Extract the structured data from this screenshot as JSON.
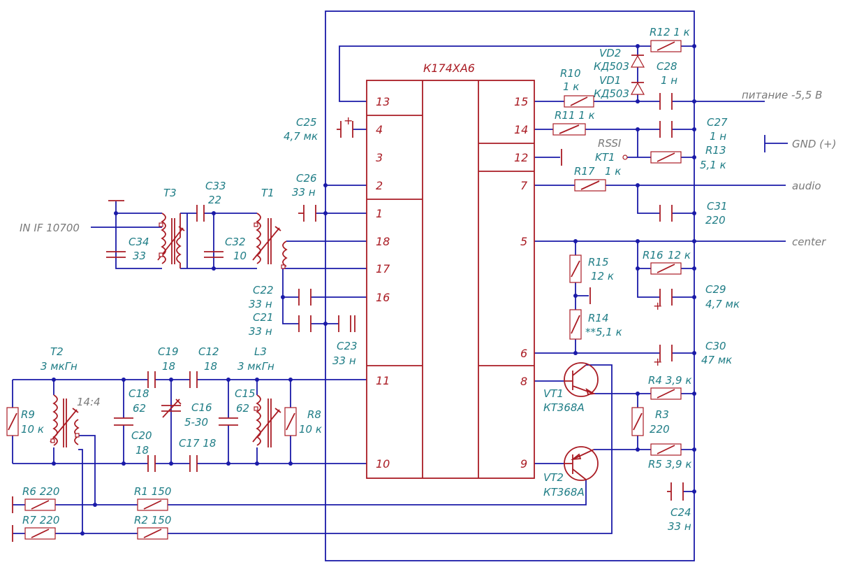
{
  "chip": "К174ХА6",
  "pins": {
    "p13": "13",
    "p4": "4",
    "p3": "3",
    "p2": "2",
    "p1": "1",
    "p18": "18",
    "p17": "17",
    "p16": "16",
    "p11": "11",
    "p10": "10",
    "p15": "15",
    "p14": "14",
    "p12": "12",
    "p7": "7",
    "p5": "5",
    "p6": "6",
    "p8": "8",
    "p9": "9"
  },
  "labels": {
    "r12": "R12 1 к",
    "vd2": "VD2",
    "vd2_type": "КД503",
    "vd1": "VD1",
    "vd1_type": "КД503",
    "r10": "R10",
    "r10_val": "1 к",
    "c28": "C28",
    "c28_val": "1 н",
    "r11": "R11 1 к",
    "c27": "C27",
    "c27_val": "1 н",
    "rssi": "RSSI",
    "kt1": "KT1",
    "r13": "R13",
    "r13_val": "5,1 к",
    "r17": "R17",
    "r17_val": "1 к",
    "c31": "C31",
    "c31_val": "220",
    "r15": "R15",
    "r15_val": "12 к",
    "r16": "R16",
    "r16_val": "12 к",
    "c29": "C29",
    "c29_val": "4,7 мк",
    "r14": "R14",
    "r14_val": "**5,1 к",
    "c30": "C30",
    "c30_val": "47 мк",
    "vt1": "VT1",
    "vt1_type": "КТ368А",
    "r4": "R4 3,9 к",
    "r3": "R3",
    "r3_val": "220",
    "r5": "R5 3,9 к",
    "vt2": "VT2",
    "vt2_type": "КТ368А",
    "c24": "C24",
    "c24_val": "33 н",
    "c25": "C25",
    "c25_val": "4,7 мк",
    "c26": "C26",
    "c26_val": "33 н",
    "c33": "C33",
    "c33_val": "22",
    "t3": "T3",
    "t1": "T1",
    "c34": "C34",
    "c34_val": "33",
    "c32": "C32",
    "c32_val": "10",
    "c22": "C22",
    "c22_val": "33 н",
    "c21": "C21",
    "c21_val": "33 н",
    "c23": "C23",
    "c23_val": "33 н",
    "t2": "T2",
    "t2_val": "3 мкГн",
    "c19": "C19",
    "c19_val": "18",
    "c12": "C12",
    "c12_val": "18",
    "l3": "L3",
    "l3_val": "3 мкГн",
    "c18": "C18",
    "c18_val": "62",
    "c16": "C16",
    "c16_val": "5-30",
    "c15": "C15",
    "c15_val": "62",
    "r8": "R8",
    "r8_val": "10 к",
    "r9": "R9",
    "r9_val": "10 к",
    "c20": "C20",
    "c20_val": "18",
    "c17": "C17 18",
    "ratio": "14:4",
    "r6": "R6  220",
    "r1": "R1 150",
    "r7": "R7  220",
    "r2": "R2 150"
  },
  "ports": {
    "power": "питание -5,5 В",
    "gnd": "GND (+)",
    "audio": "audio",
    "center": "center",
    "if_in": "IN IF 10700"
  },
  "colors": {
    "wire": "#1a1aa8",
    "component": "#aa1c24",
    "label": "#1f7d86",
    "port": "#7a7a7a"
  }
}
